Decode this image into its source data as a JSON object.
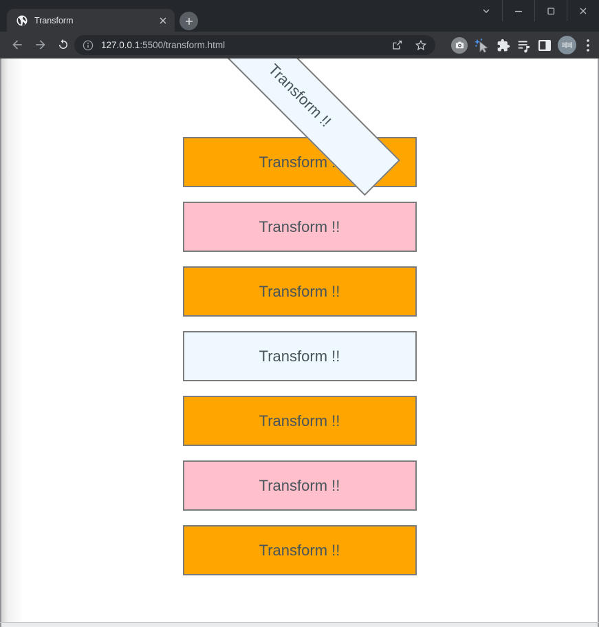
{
  "window_controls": {
    "items": [
      {
        "name": "window-menu-chevron"
      },
      {
        "name": "window-minimize"
      },
      {
        "name": "window-maximize"
      },
      {
        "name": "window-close"
      }
    ]
  },
  "tab_strip": {
    "active_tab": {
      "title": "Transform"
    }
  },
  "toolbar": {
    "url": {
      "host": "127.0.0.1",
      "rest": ":5500/transform.html"
    },
    "avatar_text": "페페"
  },
  "content": {
    "rotated_box": {
      "text": "Transform !!",
      "bg": "#f0f8ff",
      "rotation_deg": 45
    },
    "boxes": [
      {
        "text": "Transform !!",
        "bg": "#ffa500"
      },
      {
        "text": "Transform !!",
        "bg": "#ffc0cb"
      },
      {
        "text": "Transform !!",
        "bg": "#ffa500"
      },
      {
        "text": "Transform !!",
        "bg": "#f0f8ff"
      },
      {
        "text": "Transform !!",
        "bg": "#ffa500"
      },
      {
        "text": "Transform !!",
        "bg": "#ffc0cb"
      },
      {
        "text": "Transform !!",
        "bg": "#ffa500"
      }
    ]
  },
  "colors": {
    "orange": "#ffa500",
    "pink": "#ffc0cb",
    "aliceblue": "#f0f8ff",
    "box_border": "#7c7c7c",
    "box_text": "#47545a",
    "chrome_dark": "#24282c",
    "chrome_toolbar": "#35373b",
    "omnibox": "#26292d"
  }
}
